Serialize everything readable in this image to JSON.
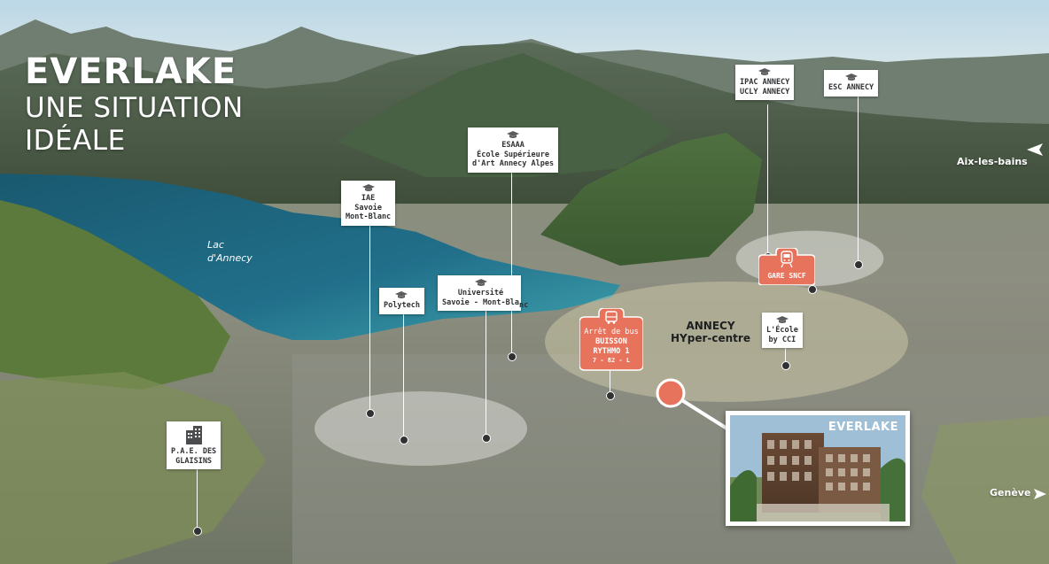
{
  "title": {
    "line1": "EVERLAKE",
    "line2": "UNE SITUATION",
    "line3": "IDÉALE"
  },
  "lake": {
    "line1": "Lac",
    "line2": "d'Annecy"
  },
  "directions": {
    "north_east": "Aix-les-bains",
    "south_east": "Genève"
  },
  "schools": {
    "ipac": {
      "line1": "IPAC ANNECY",
      "line2": "UCLY ANNECY",
      "icon": "graduation-cap-icon"
    },
    "esc": {
      "line1": "ESC ANNECY",
      "icon": "graduation-cap-icon"
    },
    "esaaa": {
      "line1": "ESAAA",
      "line2": "École Supérieure",
      "line3": "d'Art Annecy Alpes",
      "icon": "graduation-cap-icon"
    },
    "iae": {
      "line1": "IAE",
      "line2": "Savoie",
      "line3": "Mont-Blanc",
      "icon": "graduation-cap-icon"
    },
    "polytech": {
      "line1": "Polytech",
      "icon": "graduation-cap-icon"
    },
    "universite": {
      "line1": "Université",
      "line2": "Savoie - Mont-Bla",
      "line2_tail": "nc",
      "icon": "graduation-cap-icon"
    },
    "ecole_cci": {
      "line1": "L'École",
      "line2": "by CCI",
      "icon": "graduation-cap-icon"
    }
  },
  "bus_stop": {
    "line1": "Arrêt de bus",
    "line2": "BUISSON",
    "line3": "RYTHMO 1",
    "line4": "7 - 82 - L",
    "icon": "bus-icon"
  },
  "gare": {
    "label": "GARE SNCF",
    "icon": "train-icon"
  },
  "hyper_centre": {
    "line1": "ANNECY",
    "line2": "HYper-centre"
  },
  "pae": {
    "line1": "P.A.E. DES",
    "line2": "GLAISINS",
    "icon": "building-icon"
  },
  "everlake_photo": {
    "title": "EVERLAKE"
  },
  "colors": {
    "accent": "#e8735c",
    "lake": "#1f6b86",
    "label_text": "#2f3133"
  }
}
